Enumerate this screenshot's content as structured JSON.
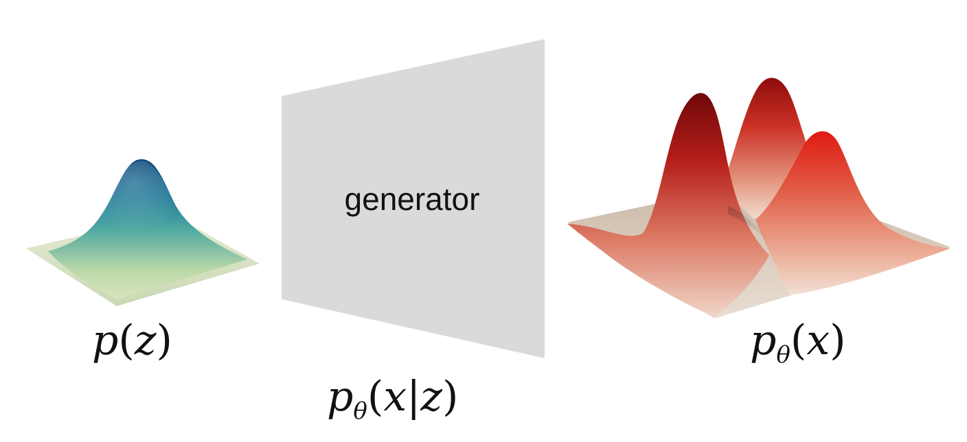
{
  "prior": {
    "p": "p",
    "open": "(",
    "var": "z",
    "close": ")"
  },
  "generator": {
    "label": "generator",
    "p": "p",
    "sub": "θ",
    "open": "(",
    "var1": "x",
    "bar": "|",
    "var2": "z",
    "close": ")"
  },
  "output": {
    "p": "p",
    "sub": "θ",
    "open": "(",
    "var": "x",
    "close": ")"
  },
  "colors": {
    "prior_peak": "#0a4a7a",
    "prior_mid": "#2a8fa6",
    "prior_base": "#d9e2c4",
    "generator_fill": "#dadada",
    "output_peak": "#9a0e0e",
    "output_mid": "#d2483a",
    "output_base": "#e6d7cb"
  }
}
